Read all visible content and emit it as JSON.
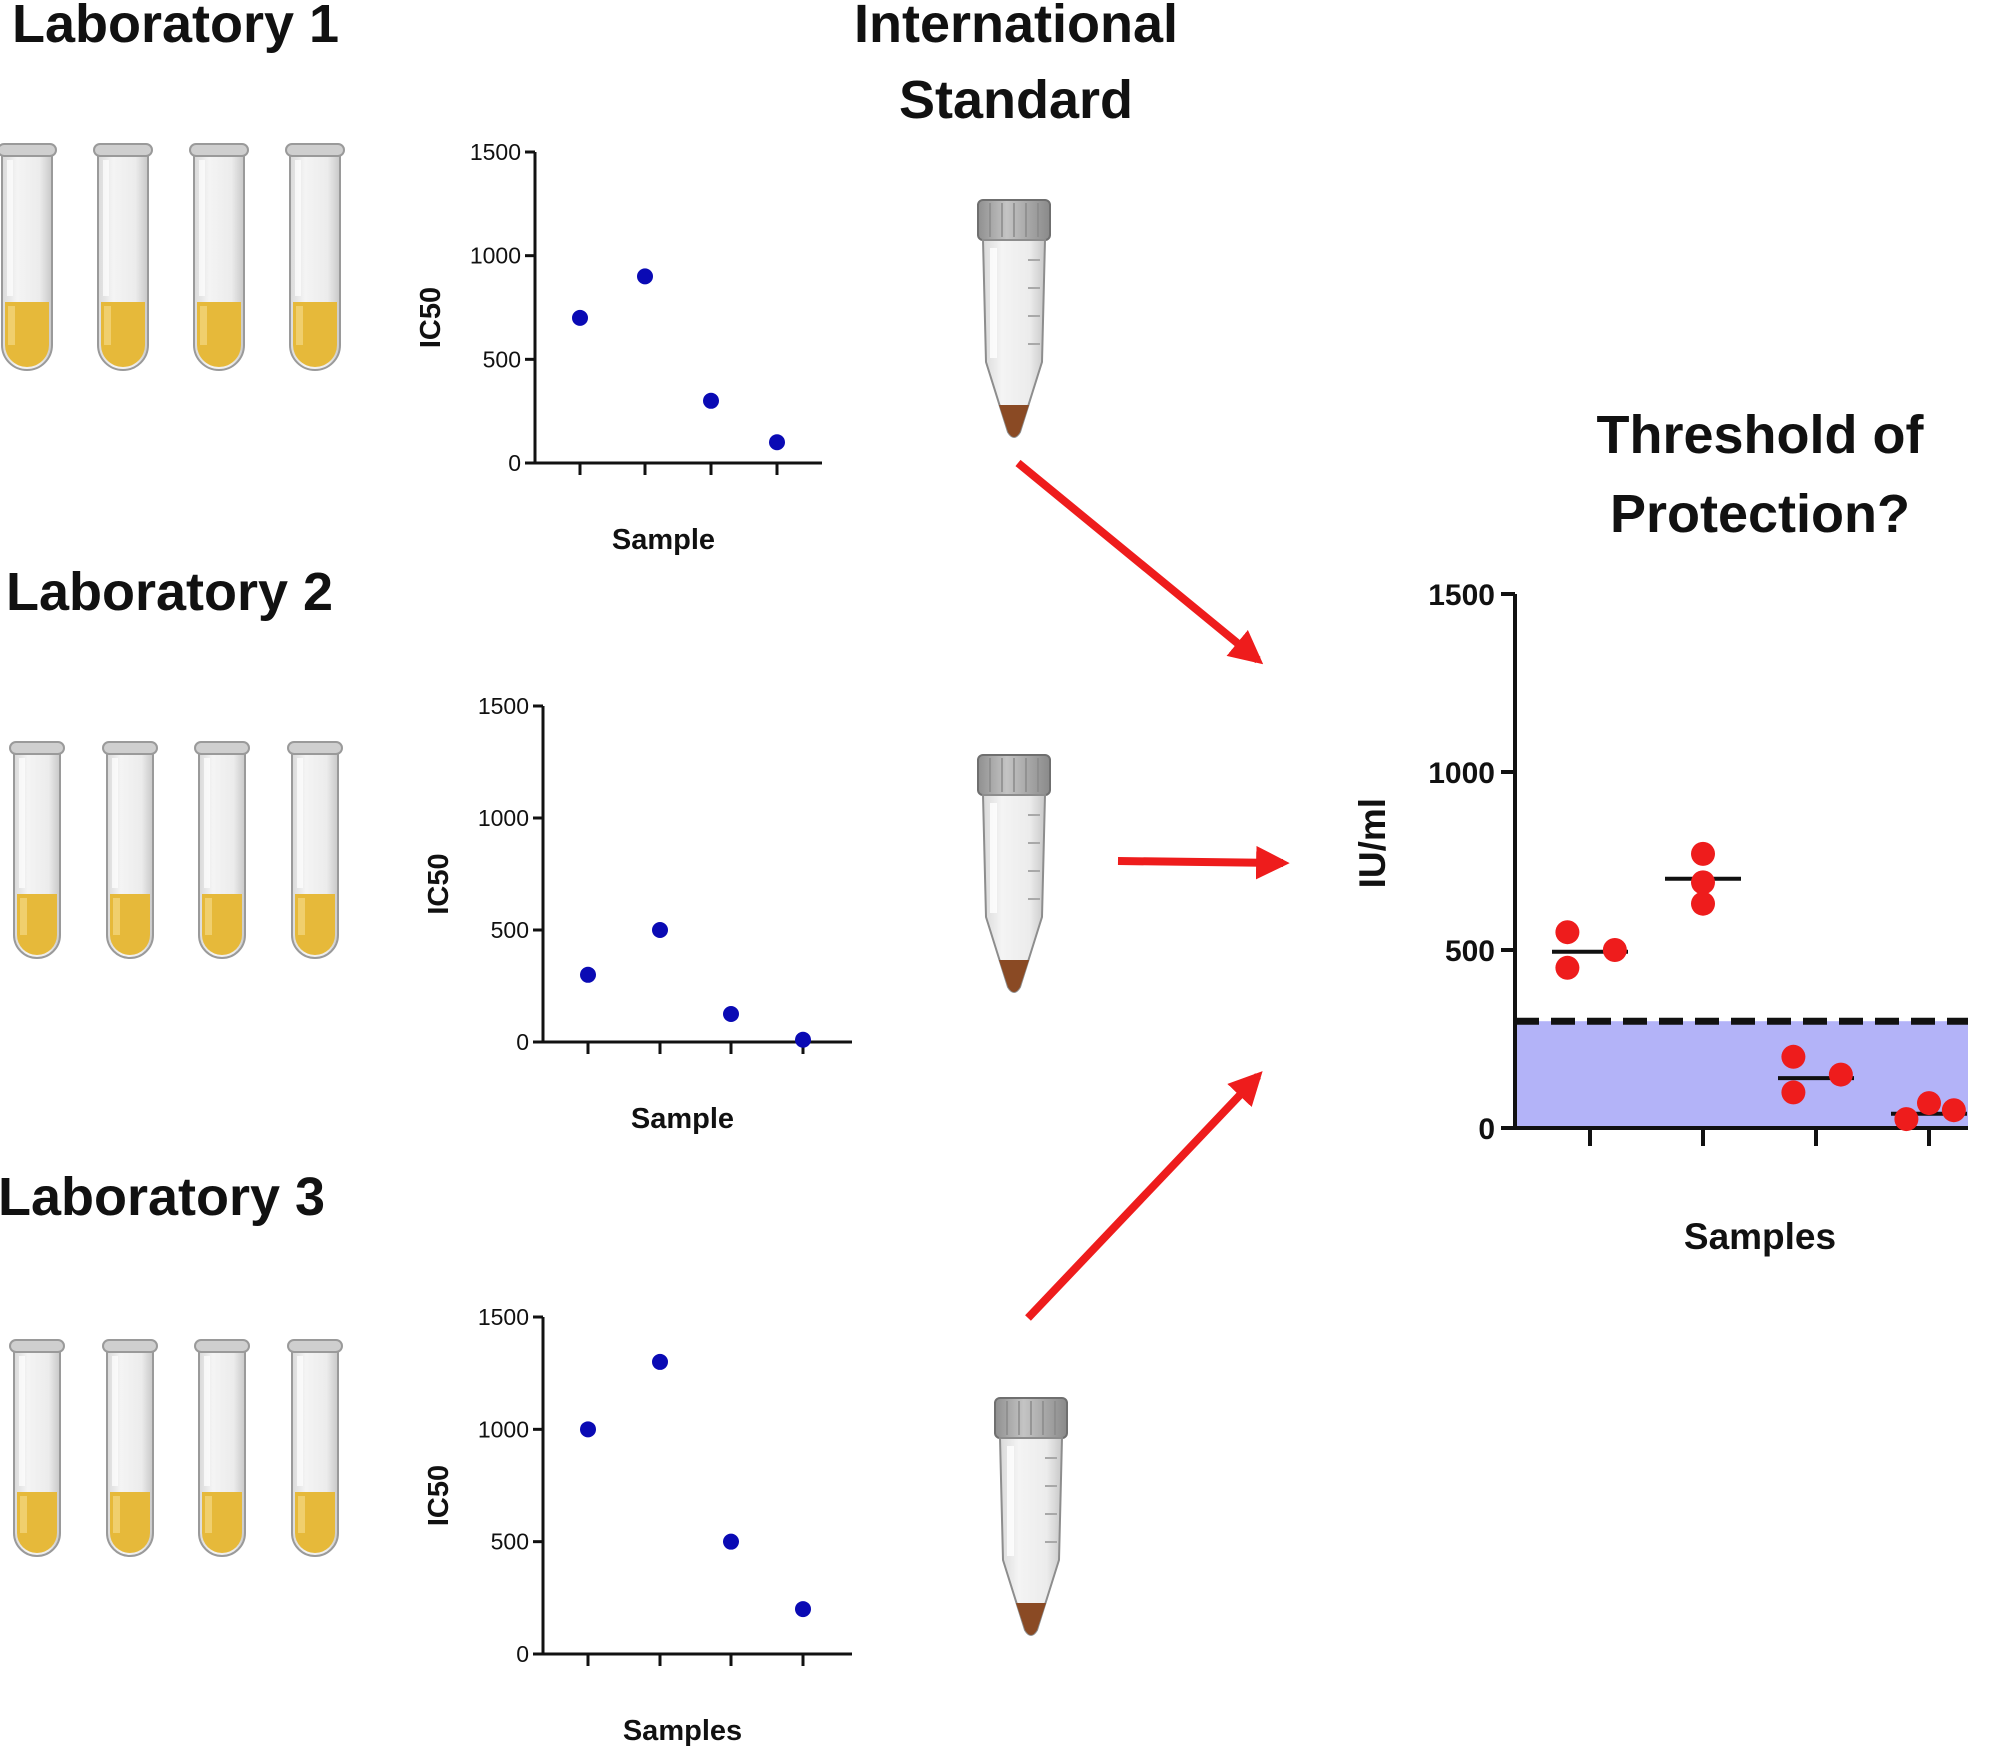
{
  "titles": {
    "international_standard_line1": "International",
    "international_standard_line2": "Standard",
    "threshold_line1": "Threshold of",
    "threshold_line2": "Protection?"
  },
  "colors": {
    "sample_liquid": "#e6b93a",
    "lab_point": "#0a0ab4",
    "is_point": "#ee1c1c",
    "arrow": "#ee1c1c",
    "protection_band": "#b3b3f8",
    "standard_pellet": "#8a4a24"
  },
  "icons": {
    "sample_tube": "test-tube-icon",
    "standard_tube": "conical-tube-icon"
  },
  "laboratories": [
    {
      "label": "Laboratory 1",
      "chart_data": {
        "type": "scatter",
        "xlabel": "Sample",
        "ylabel": "IC50",
        "ylim": [
          0,
          1500
        ],
        "yticks": [
          "0",
          "500",
          "1000",
          "1500"
        ],
        "x": [
          1,
          2,
          3,
          4
        ],
        "values": [
          700,
          900,
          300,
          100
        ]
      }
    },
    {
      "label": "Laboratory 2",
      "chart_data": {
        "type": "scatter",
        "xlabel": "Sample",
        "ylabel": "IC50",
        "ylim": [
          0,
          1500
        ],
        "yticks": [
          "0",
          "500",
          "1000",
          "1500"
        ],
        "x": [
          1,
          2,
          3,
          4
        ],
        "values": [
          300,
          500,
          125,
          10
        ]
      }
    },
    {
      "label": "Laboratory 3",
      "chart_data": {
        "type": "scatter",
        "xlabel": "Samples",
        "ylabel": "IC50",
        "ylim": [
          0,
          1500
        ],
        "yticks": [
          "0",
          "500",
          "1000",
          "1500"
        ],
        "x": [
          1,
          2,
          3,
          4
        ],
        "values": [
          1000,
          1300,
          500,
          200
        ]
      }
    }
  ],
  "chart_data": {
    "type": "scatter",
    "xlabel": "Samples",
    "ylabel": "IU/ml",
    "ylim": [
      0,
      1500
    ],
    "yticks": [
      "0",
      "500",
      "1000",
      "1500"
    ],
    "threshold": 300,
    "series": [
      {
        "x": [
          1,
          1,
          1
        ],
        "values": [
          550,
          450,
          500
        ],
        "x_offset": [
          -0.2,
          -0.2,
          0.22
        ],
        "median": 495
      },
      {
        "x": [
          2,
          2,
          2
        ],
        "values": [
          770,
          690,
          630
        ],
        "x_offset": [
          0,
          0,
          0
        ],
        "median": 700
      },
      {
        "x": [
          3,
          3,
          3
        ],
        "values": [
          200,
          100,
          150
        ],
        "x_offset": [
          -0.2,
          -0.2,
          0.22
        ],
        "median": 140
      },
      {
        "x": [
          4,
          4,
          4
        ],
        "values": [
          25,
          70,
          50
        ],
        "x_offset": [
          -0.2,
          0,
          0.22
        ],
        "median": 40
      }
    ]
  }
}
